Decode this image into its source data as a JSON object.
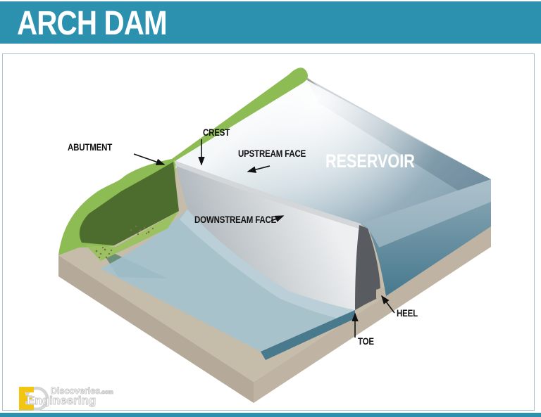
{
  "header": {
    "title": "ARCH DAM"
  },
  "diagram": {
    "labels": {
      "abutment": "ABUTMENT",
      "crest": "CREST",
      "upstream_face": "UPSTREAM FACE",
      "reservoir": "RESERVOIR",
      "downstream_face": "DOWNSTREAM FACE",
      "heel": "HEEL",
      "toe": "TOE"
    },
    "colors": {
      "header_bar": "#2B91AF",
      "frame_border": "#A9C2CB",
      "hill_green": "#8CBC53",
      "hill_dark_green": "#4D6D2E",
      "shore_band_green": "#9CC162",
      "talus_dots": "#7E6F42",
      "base_top": "#C6BCAA",
      "base_side_left": "#B5AA99",
      "base_side_right": "#BFB4A3",
      "downstream_water": "#A4C3D0",
      "water_cut_face": "#48798D",
      "reservoir_cut_face": "#4E8095",
      "crest_strip": "#D3D7D9",
      "dam_cross_section": "#585C60",
      "heel_notch": "#C2B7A5",
      "submerged_bank": "#6B8F77",
      "label_text": "#111111",
      "reservoir_label": "#FFFFFF",
      "logo_yellow": "#F2C511"
    }
  },
  "footer": {
    "logo": {
      "brand_line1": "Discoveries",
      "brand_line1_suffix": ".com",
      "brand_line2": "Engineering"
    }
  }
}
